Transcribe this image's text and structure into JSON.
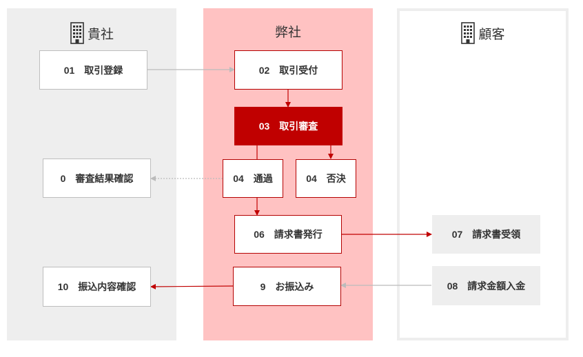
{
  "lanes": {
    "yours": {
      "title": "貴社",
      "icon": "building-icon"
    },
    "ours": {
      "title": "弊社"
    },
    "customer": {
      "title": "顧客",
      "icon": "building-icon"
    }
  },
  "steps": {
    "s01": "01　取引登録",
    "s02": "02　取引受付",
    "s03": "03　取引審査",
    "s04a": "04　通過",
    "s04b": "04　否決",
    "s0": "0　審査結果確認",
    "s06": "06　請求書発行",
    "s07": "07　請求書受領",
    "s08": "08　請求金額入金",
    "s9": "9　お振込み",
    "s10": "10　振込内容確認"
  },
  "colors": {
    "accent": "#c00000",
    "lane_ours": "#ffc2c2",
    "lane_grey": "#eeeeee",
    "connector_grey": "#bbbbbb"
  }
}
